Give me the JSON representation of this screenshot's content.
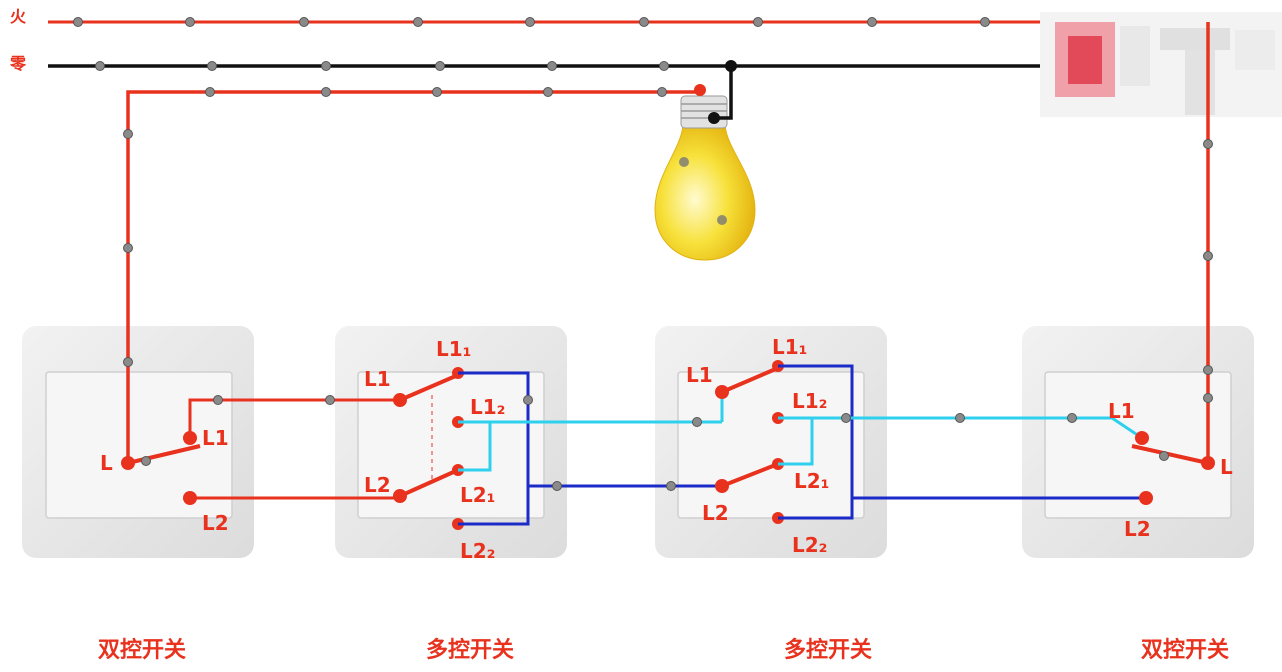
{
  "rails": {
    "live": "火",
    "neutral": "零"
  },
  "switches": [
    {
      "title": "双控开关",
      "terminals": {
        "common": "L",
        "t1": "L1",
        "t2": "L2"
      }
    },
    {
      "title": "多控开关",
      "terminals": {
        "l1": "L1",
        "l2": "L2",
        "l11": "L1₁",
        "l12": "L1₂",
        "l21": "L2₁",
        "l22": "L2₂"
      }
    },
    {
      "title": "多控开关",
      "terminals": {
        "l1": "L1",
        "l2": "L2",
        "l11": "L1₁",
        "l12": "L1₂",
        "l21": "L2₁",
        "l22": "L2₂"
      }
    },
    {
      "title": "双控开关",
      "terminals": {
        "common": "L",
        "t1": "L1",
        "t2": "L2"
      }
    }
  ],
  "colors": {
    "live": "#e8321e",
    "neutral": "#111111",
    "cyan": "#2fd0ee",
    "blue": "#1b2bc8",
    "bulb": "#f7e13a"
  }
}
